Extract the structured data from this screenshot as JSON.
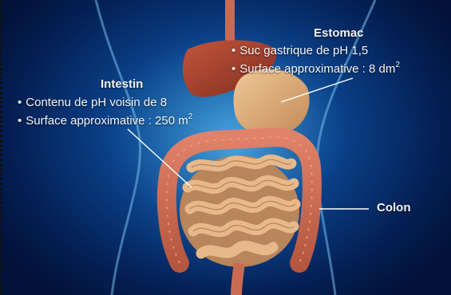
{
  "estomac": {
    "title": "Estomac",
    "line1": "Suc gastrique de pH 1,5",
    "line2": "Surface approximative : 8 dm",
    "line2_exp": "2"
  },
  "intestin": {
    "title": "Intestin",
    "line1": "Contenu de pH voisin de 8",
    "line2": "Surface approximative : 250 m",
    "line2_exp": "2"
  },
  "colon": {
    "title": "Colon"
  },
  "bullet_char": "•",
  "colors": {
    "background": "#0a3f86",
    "glow": "#2f8fd0",
    "text": "#f4f4f4",
    "organ": "#d9a877",
    "liver": "#a8432e"
  }
}
